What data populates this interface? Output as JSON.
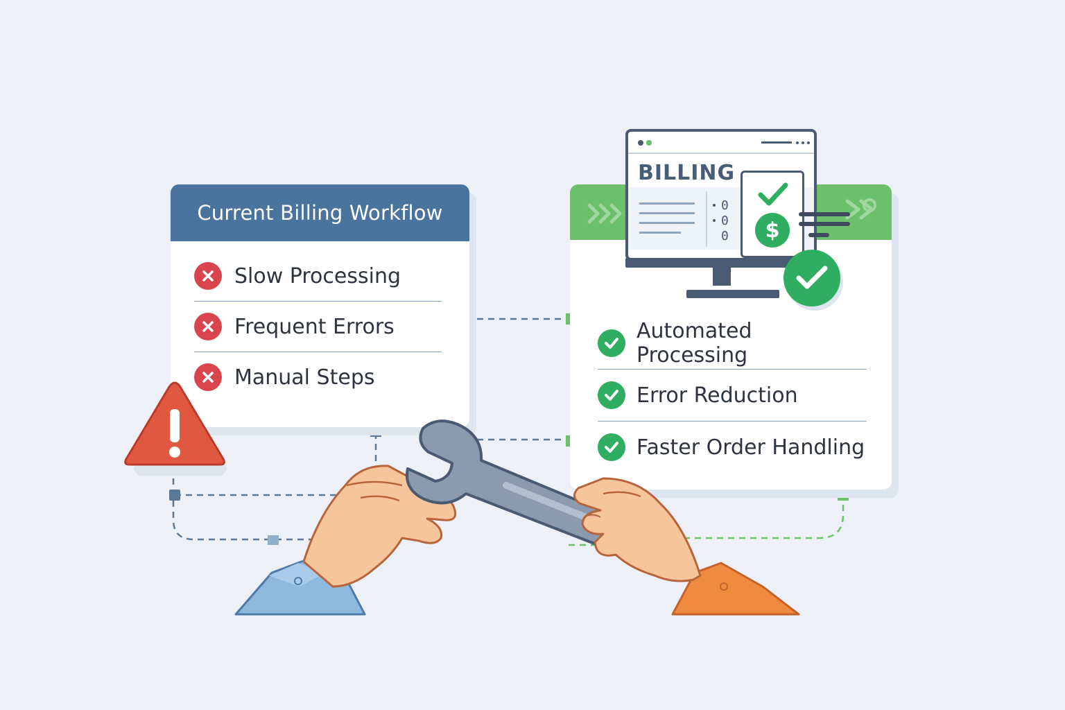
{
  "left_card": {
    "title": "Current Billing Workflow",
    "items": [
      {
        "label": "Slow Processing",
        "icon": "x-circle-icon"
      },
      {
        "label": "Frequent Errors",
        "icon": "x-circle-icon"
      },
      {
        "label": "Manual Steps",
        "icon": "x-circle-icon"
      }
    ]
  },
  "right_card": {
    "monitor_title": "BILLING",
    "invoice_symbol": "$",
    "items": [
      {
        "label": "Automated Processing",
        "icon": "check-circle-icon"
      },
      {
        "label": "Error Reduction",
        "icon": "check-circle-icon"
      },
      {
        "label": "Faster Order Handling",
        "icon": "check-circle-icon"
      }
    ]
  },
  "colors": {
    "background": "#edf1f7",
    "left_header": "#4a739e",
    "right_header": "#6cc06c",
    "error_red": "#d9454d",
    "success_green": "#2fae62",
    "warning_orange": "#e0583f",
    "left_sleeve": "#8fb8de",
    "right_sleeve": "#f08a3e",
    "skin": "#f6c59b",
    "wrench": "#8c9aae"
  },
  "icons": [
    "warning-triangle-icon",
    "wrench-icon",
    "monitor-icon",
    "invoice-icon",
    "dollar-icon",
    "check-circle-icon",
    "x-circle-icon",
    "arrows-icon"
  ]
}
